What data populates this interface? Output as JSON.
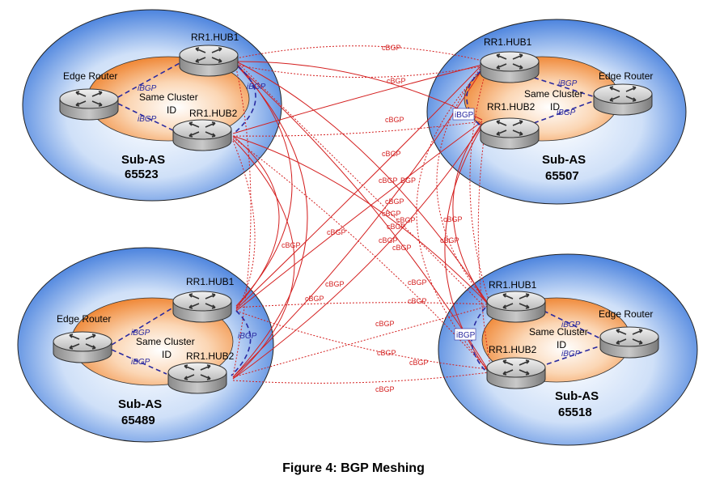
{
  "caption": "Figure 4: BGP Meshing",
  "colors": {
    "cbgp": "#d42020",
    "ibgp": "#2a2aa0",
    "as_blue": "#2f6fd8",
    "cluster_orange": "#f08a3a"
  },
  "sub_as": [
    {
      "id": "tl",
      "label": "Sub-AS",
      "number": "65523",
      "rr1": "RR1.HUB1",
      "rr2": "RR1.HUB2",
      "edge": "Edge Router",
      "cluster": "Same Cluster",
      "cluster_id": "ID"
    },
    {
      "id": "tr",
      "label": "Sub-AS",
      "number": "65507",
      "rr1": "RR1.HUB1",
      "rr2": "RR1.HUB2",
      "edge": "Edge Router",
      "cluster": "Same Cluster",
      "cluster_id": "ID"
    },
    {
      "id": "bl",
      "label": "Sub-AS",
      "number": "65489",
      "rr1": "RR1.HUB1",
      "rr2": "RR1.HUB2",
      "edge": "Edge Router",
      "cluster": "Same Cluster",
      "cluster_id": "ID"
    },
    {
      "id": "br",
      "label": "Sub-AS",
      "number": "65518",
      "rr1": "RR1.HUB1",
      "rr2": "RR1.HUB2",
      "edge": "Edge Router",
      "cluster": "Same Cluster",
      "cluster_id": "ID"
    }
  ],
  "ibgp_label": "iBGP",
  "cbgp_label": "cBGP"
}
